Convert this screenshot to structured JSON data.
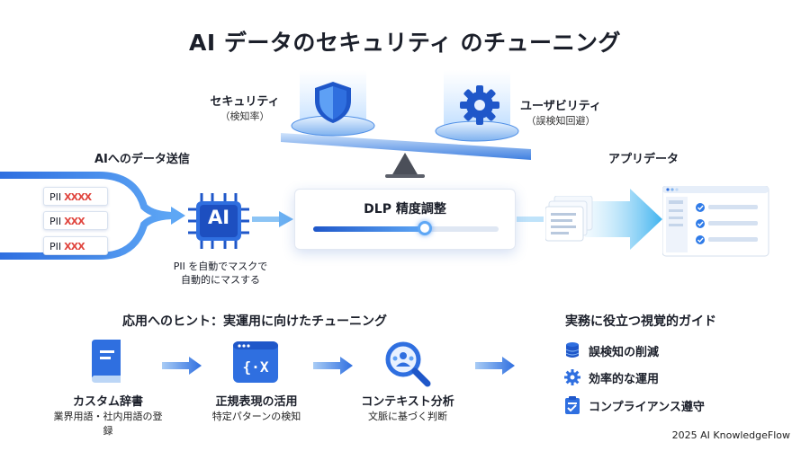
{
  "title": "AI データのセキュリティ のチューニング",
  "balance": {
    "security_label": "セキュリティ",
    "security_sub": "（検知率）",
    "usability_label": "ユーザビリティ",
    "usability_sub": "（誤検知回避）"
  },
  "flow": {
    "input_label": "AIへのデータ送信",
    "pii_cards": [
      {
        "label": "PII",
        "marks": "XXXX"
      },
      {
        "label": "PII",
        "marks": "XXX"
      },
      {
        "label": "PII",
        "marks": "XXX"
      }
    ],
    "ai_chip_label": "AI",
    "mask_note_line1": "PII を自動でマスクで",
    "mask_note_line2": "自動的にマスする",
    "dlp_label": "DLP 精度調整",
    "dlp_level": 0.6,
    "output_label": "アプリデータ"
  },
  "hints": {
    "heading": "応用へのヒント：実運用に向けたチューニング",
    "steps": [
      {
        "title": "カスタム辞書",
        "sub": "業界用語・社内用語の登録",
        "icon": "book-icon"
      },
      {
        "title": "正規表現の活用",
        "sub": "特定パターンの検知",
        "icon": "regex-code-icon"
      },
      {
        "title": "コンテキスト分析",
        "sub": "文脈に基づく判断",
        "icon": "context-search-icon"
      }
    ]
  },
  "guide": {
    "heading": "実務に役立つ視覚的ガイド",
    "items": [
      {
        "label": "誤検知の削減",
        "icon": "database-icon"
      },
      {
        "label": "効率的な運用",
        "icon": "gear-icon"
      },
      {
        "label": "コンプライアンス遵守",
        "icon": "clipboard-check-icon"
      }
    ]
  },
  "footer": "2025 AI KnowledgeFlow",
  "colors": {
    "accent": "#2f7be8",
    "light_accent": "#5ec3f2",
    "dark_blue": "#1f57c9",
    "red": "#e0453e"
  }
}
